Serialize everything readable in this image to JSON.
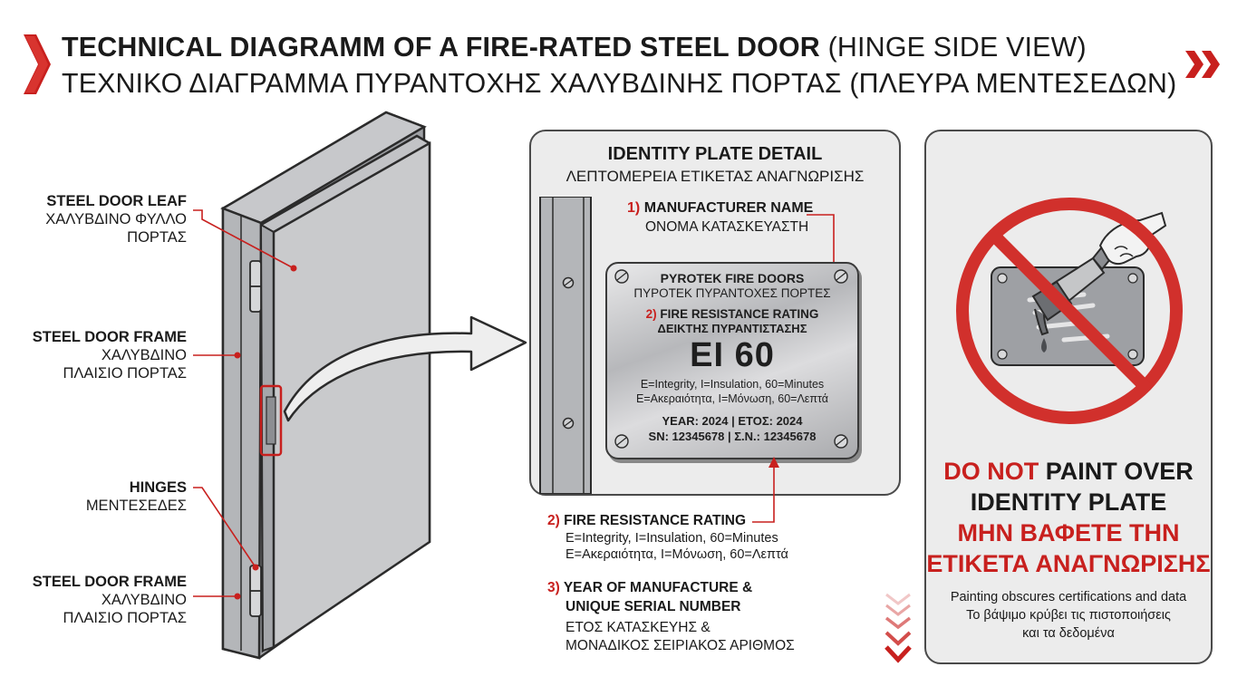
{
  "header": {
    "title_bold": "TECHNICAL DIAGRAMM OF A FIRE-RATED STEEL DOOR",
    "title_thin": "(HINGE SIDE VIEW)",
    "title_greek": "ΤΕΧΝΙΚΟ ΔΙΑΓΡΑΜΜΑ ΠΥΡΑΝΤΟΧΗΣ ΧΑΛΥΒΔΙΝΗΣ ΠΟΡΤΑΣ (ΠΛΕΥΡΑ ΜΕΝΤΕΣΕΔΩΝ)"
  },
  "labels": {
    "leaf": {
      "en": "STEEL DOOR LEAF",
      "gr1": "ΧΑΛΥΒΔΙΝΟ ΦΥΛΛΟ",
      "gr2": "ΠΟΡΤΑΣ"
    },
    "frame_top": {
      "en": "STEEL DOOR FRAME",
      "gr1": "ΧΑΛΥΒΔΙΝΟ",
      "gr2": "ΠΛΑΙΣΙΟ ΠΟΡΤΑΣ"
    },
    "hinges": {
      "en": "HINGES",
      "gr1": "ΜΕΝΤΕΣΕΔΕΣ"
    },
    "frame_bottom": {
      "en": "STEEL DOOR FRAME",
      "gr1": "ΧΑΛΥΒΔΙΝΟ",
      "gr2": "ΠΛΑΙΣΙΟ ΠΟΡΤΑΣ"
    }
  },
  "detail": {
    "title": "IDENTITY PLATE DETAIL",
    "subtitle": "ΛΕΠΤΟΜΕΡΕΙΑ ΕΤΙΚΕΤΑΣ ΑΝΑΓΝΩΡΙΣΗΣ",
    "callout1_num": "1)",
    "callout1_en": "MANUFACTURER NAME",
    "callout1_gr": "ΟΝΟΜΑ ΚΑΤΑΣΚΕΥΑΣΤΗ",
    "plate": {
      "maker_en": "PYROTEK FIRE DOORS",
      "maker_gr": "ΠΥΡΟΤΕΚ ΠΥΡΑΝΤΟΧΕΣ ΠΟΡΤΕΣ",
      "num": "2)",
      "rating_en": "FIRE RESISTANCE RATING",
      "rating_gr": "ΔΕΙΚΤΗΣ ΠΥΡΑΝΤΙΣΤΑΣΗΣ",
      "rating": "EI 60",
      "legend_en": "E=Integrity, I=Insulation, 60=Minutes",
      "legend_gr": "E=Ακεραιότητα, I=Μόνωση, 60=Λεπτά",
      "year": "YEAR: 2024 | ΕΤΟΣ: 2024",
      "serial": "SN: 12345678 | Σ.Ν.: 12345678"
    }
  },
  "notes": {
    "n2_num": "2)",
    "n2_title": "FIRE RESISTANCE RATING",
    "n2_l1": "E=Integrity,  I=Insulation, 60=Minutes",
    "n2_l2": "E=Ακεραιότητα, I=Μόνωση, 60=Λεπτά",
    "n3_num": "3)",
    "n3_t1": "YEAR OF MANUFACTURE &",
    "n3_t2": "UNIQUE SERIAL NUMBER",
    "n3_g1": "ΕΤΟΣ ΚΑΤΑΣΚΕΥΗΣ &",
    "n3_g2": "ΜΟΝΑΔΙΚΟΣ ΣΕΙΡΙΑΚΟΣ ΑΡΙΘΜΟΣ"
  },
  "warning": {
    "l1_red": "DO NOT",
    "l1_black": "PAINT OVER",
    "l2": "IDENTITY PLATE",
    "l3": "ΜΗΝ ΒΑΦΕΤΕ ΤΗΝ",
    "l4": "ΕΤΙΚΕΤΑ ΑΝΑΓΝΩΡΙΣΗΣ",
    "s1": "Painting obscures certifications and data",
    "s2": "Το βάψιμο κρύβει τις πιστοποιήσεις",
    "s3": "και τα δεδομένα"
  },
  "colors": {
    "accent_red": "#c8201e",
    "panel_bg": "#ececec",
    "steel": "#b9babd"
  }
}
